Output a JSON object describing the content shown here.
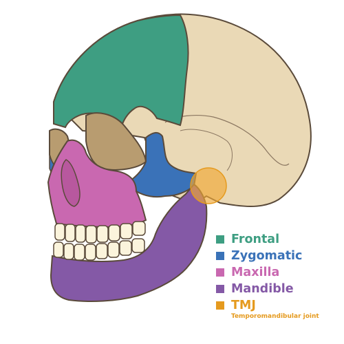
{
  "colors": {
    "frontal": "#3e9e82",
    "zygomatic": "#3a72b8",
    "maxilla": "#c968b0",
    "mandible": "#8459a6",
    "tmj": "#e59a1e",
    "bone": "#ead9b6",
    "outline": "#5a4a3a",
    "teeth": "#fbf4dc"
  },
  "legend": [
    {
      "key": "frontal",
      "label": "Frontal",
      "color": "#3e9e82"
    },
    {
      "key": "zygomatic",
      "label": "Zygomatic",
      "color": "#3a72b8"
    },
    {
      "key": "maxilla",
      "label": "Maxilla",
      "color": "#c968b0"
    },
    {
      "key": "mandible",
      "label": "Mandible",
      "color": "#8459a6"
    },
    {
      "key": "tmj",
      "label": "TMJ",
      "color": "#e59a1e"
    }
  ],
  "tmj_subtitle": "Temporomandibular joint"
}
